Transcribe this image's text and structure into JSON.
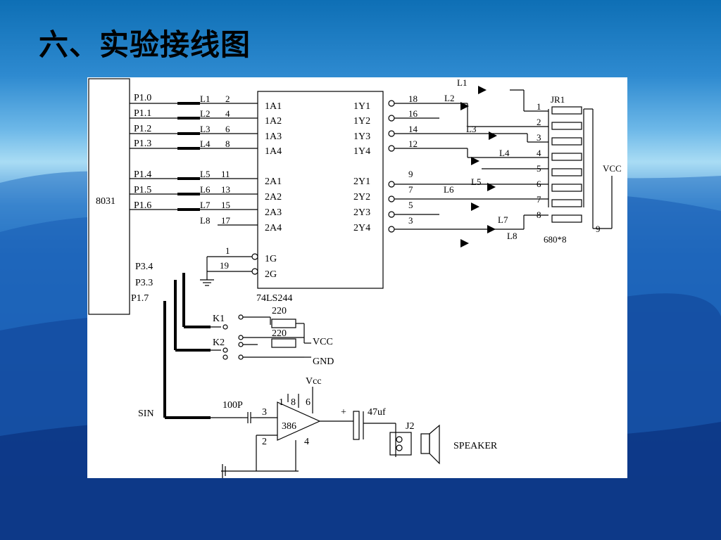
{
  "slide": {
    "title": "六、实验接线图"
  },
  "diagram": {
    "mcu": "8031",
    "ports_a": [
      "P1.0",
      "P1.1",
      "P1.2",
      "P1.3"
    ],
    "ports_b": [
      "P1.4",
      "P1.5",
      "P1.6"
    ],
    "port_p34": "P3.4",
    "port_p33": "P3.3",
    "port_p17": "P1.7",
    "pin_left_a": [
      "2",
      "4",
      "6",
      "8"
    ],
    "pin_left_b": [
      "11",
      "13",
      "15",
      "17"
    ],
    "pin_left_in_a": [
      "L1",
      "L2",
      "L3",
      "L4"
    ],
    "pin_left_in_b": [
      "L5",
      "L6",
      "L7",
      "L8"
    ],
    "ic_in_a": [
      "1A1",
      "1A2",
      "1A3",
      "1A4"
    ],
    "ic_in_b": [
      "2A1",
      "2A2",
      "2A3",
      "2A4"
    ],
    "ic_out_a": [
      "1Y1",
      "1Y2",
      "1Y3",
      "1Y4"
    ],
    "ic_out_b": [
      "2Y1",
      "2Y2",
      "2Y3",
      "2Y4"
    ],
    "pin_right_a": [
      "18",
      "16",
      "14",
      "12"
    ],
    "pin_right_b": [
      "9",
      "7",
      "5",
      "3"
    ],
    "g1": "1G",
    "g2": "2G",
    "g1_pin": "1",
    "g2_pin": "19",
    "ic_name": "74LS244",
    "leds": [
      "L1",
      "L2",
      "L3",
      "L4",
      "L5",
      "L6",
      "L7",
      "L8"
    ],
    "rnet_name": "JR1",
    "rnet_pins": [
      "1",
      "2",
      "3",
      "4",
      "5",
      "6",
      "7",
      "8"
    ],
    "rnet_value": "680*8",
    "rnet_common": "9",
    "vcc": "VCC",
    "vcc_small": "Vcc",
    "gnd": "GND",
    "k1": "K1",
    "k2": "K2",
    "r1": "220",
    "r2": "220",
    "sin": "SIN",
    "cap": "100P",
    "cap2": "47uf",
    "amp": "386",
    "amp_pins": [
      "3",
      "1",
      "8",
      "6",
      "2",
      "4"
    ],
    "j2": "J2",
    "plus": "+",
    "speaker": "SPEAKER"
  }
}
